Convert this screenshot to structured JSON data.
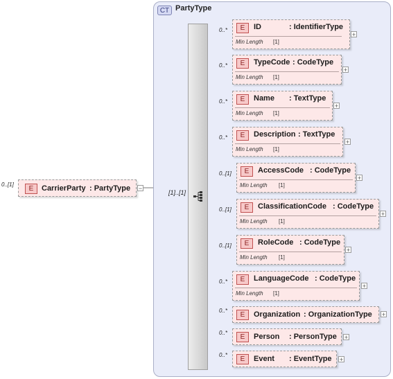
{
  "root": {
    "occurrence": "0..[1]",
    "badge": "E",
    "name": "CarrierParty",
    "type": ": PartyType",
    "collapse_symbol": "−"
  },
  "complex_type": {
    "badge": "CT",
    "name": "PartyType",
    "sequence_occurrence": "[1]..[1]"
  },
  "children": [
    {
      "occurrence": "0..*",
      "badge": "E",
      "name": "ID",
      "type": ": IdentifierType",
      "facet_label": "Min Length",
      "facet_value": "[1]",
      "expand_symbol": "+"
    },
    {
      "occurrence": "0..*",
      "badge": "E",
      "name": "TypeCode",
      "type": ": CodeType",
      "facet_label": "Min Length",
      "facet_value": "[1]",
      "expand_symbol": "+"
    },
    {
      "occurrence": "0..*",
      "badge": "E",
      "name": "Name",
      "type": ": TextType",
      "facet_label": "Min Length",
      "facet_value": "[1]",
      "expand_symbol": "+"
    },
    {
      "occurrence": "0..*",
      "badge": "E",
      "name": "Description",
      "type": ": TextType",
      "facet_label": "Min Length",
      "facet_value": "[1]",
      "expand_symbol": "+"
    },
    {
      "occurrence": "0..[1]",
      "badge": "E",
      "name": "AccessCode",
      "type": ": CodeType",
      "facet_label": "Min Length",
      "facet_value": "[1]",
      "expand_symbol": "+"
    },
    {
      "occurrence": "0..[1]",
      "badge": "E",
      "name": "ClassificationCode",
      "type": ": CodeType",
      "facet_label": "Min Length",
      "facet_value": "[1]",
      "expand_symbol": "+"
    },
    {
      "occurrence": "0..[1]",
      "badge": "E",
      "name": "RoleCode",
      "type": ": CodeType",
      "facet_label": "Min Length",
      "facet_value": "[1]",
      "expand_symbol": "+"
    },
    {
      "occurrence": "0..*",
      "badge": "E",
      "name": "LanguageCode",
      "type": ": CodeType",
      "facet_label": "Min Length",
      "facet_value": "[1]",
      "expand_symbol": "+"
    },
    {
      "occurrence": "0..*",
      "badge": "E",
      "name": "Organization",
      "type": ": OrganizationType",
      "expand_symbol": "+"
    },
    {
      "occurrence": "0..*",
      "badge": "E",
      "name": "Person",
      "type": ": PersonType",
      "expand_symbol": "+"
    },
    {
      "occurrence": "0..*",
      "badge": "E",
      "name": "Event",
      "type": ": EventType",
      "expand_symbol": "+"
    }
  ]
}
